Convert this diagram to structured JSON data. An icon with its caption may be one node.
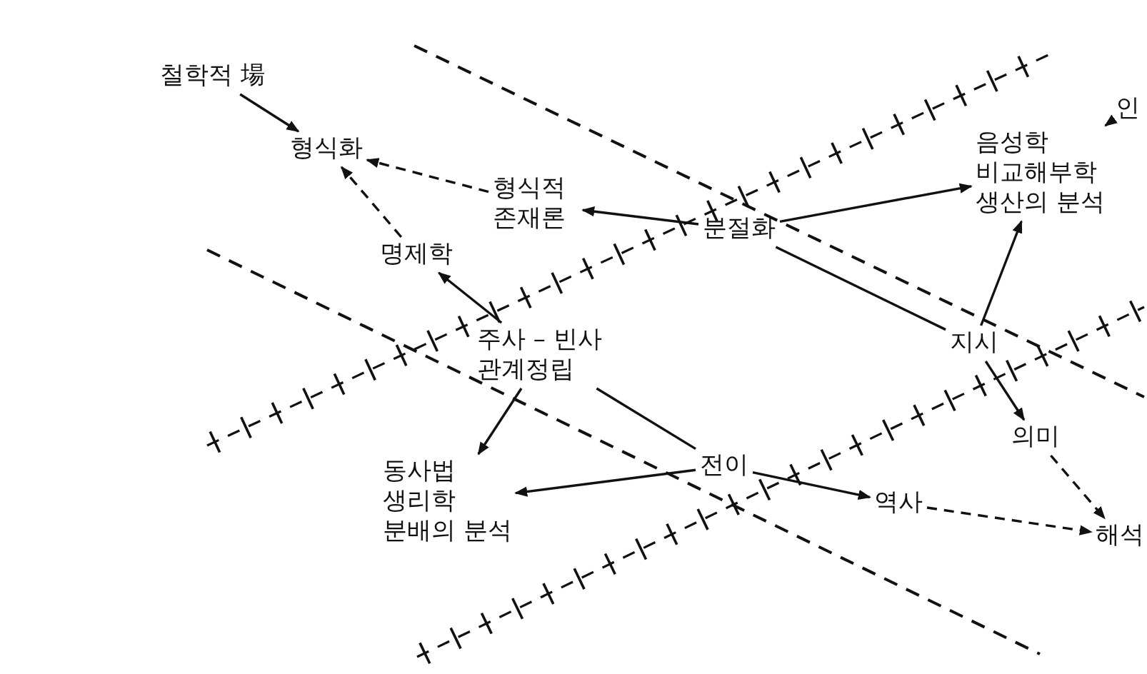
{
  "diagram": {
    "nodes": [
      {
        "text": [
          "철학적 場"
        ]
      },
      {
        "text": [
          "형식화"
        ]
      },
      {
        "text": [
          "형식적 존재론"
        ]
      },
      {
        "text": [
          "명제학"
        ]
      },
      {
        "text": [
          "분절화"
        ]
      },
      {
        "text": [
          "음성학",
          "비교해부학",
          "생산의 분석"
        ]
      },
      {
        "text": [
          "인"
        ]
      },
      {
        "text": [
          "주사 – 빈사 관계정립"
        ]
      },
      {
        "text": [
          "지시"
        ]
      },
      {
        "text": [
          "동사법",
          "생리학",
          "분배의 분석"
        ]
      },
      {
        "text": [
          "전이"
        ]
      },
      {
        "text": [
          "의미"
        ]
      },
      {
        "text": [
          "역사"
        ]
      },
      {
        "text": [
          "해석"
        ]
      }
    ],
    "edges": [
      {
        "from": 0,
        "to": 1,
        "arrow": "to"
      },
      {
        "from": 4,
        "to": 2,
        "arrow": "to"
      },
      {
        "from": 2,
        "to": 1,
        "arrow": "to",
        "style": "dashed"
      },
      {
        "from": 7,
        "to": 3,
        "arrow": "to"
      },
      {
        "from": 3,
        "to": 1,
        "arrow": "to",
        "style": "dashed"
      },
      {
        "from": 4,
        "to": 5,
        "arrow": "to"
      },
      {
        "from": 8,
        "to": 5,
        "arrow": "to"
      },
      {
        "from": 6,
        "to": 5,
        "arrow": "to"
      },
      {
        "from": 4,
        "to": 8,
        "arrow": "none"
      },
      {
        "from": 7,
        "to": 10,
        "arrow": "none"
      },
      {
        "from": 7,
        "to": 9,
        "arrow": "to"
      },
      {
        "from": 10,
        "to": 9,
        "arrow": "to"
      },
      {
        "from": 8,
        "to": 11,
        "arrow": "to"
      },
      {
        "from": 11,
        "to": 13,
        "arrow": "to",
        "style": "dashed"
      },
      {
        "from": 10,
        "to": 12,
        "arrow": "to"
      },
      {
        "from": 12,
        "to": 13,
        "arrow": "to",
        "style": "dashed"
      }
    ]
  }
}
